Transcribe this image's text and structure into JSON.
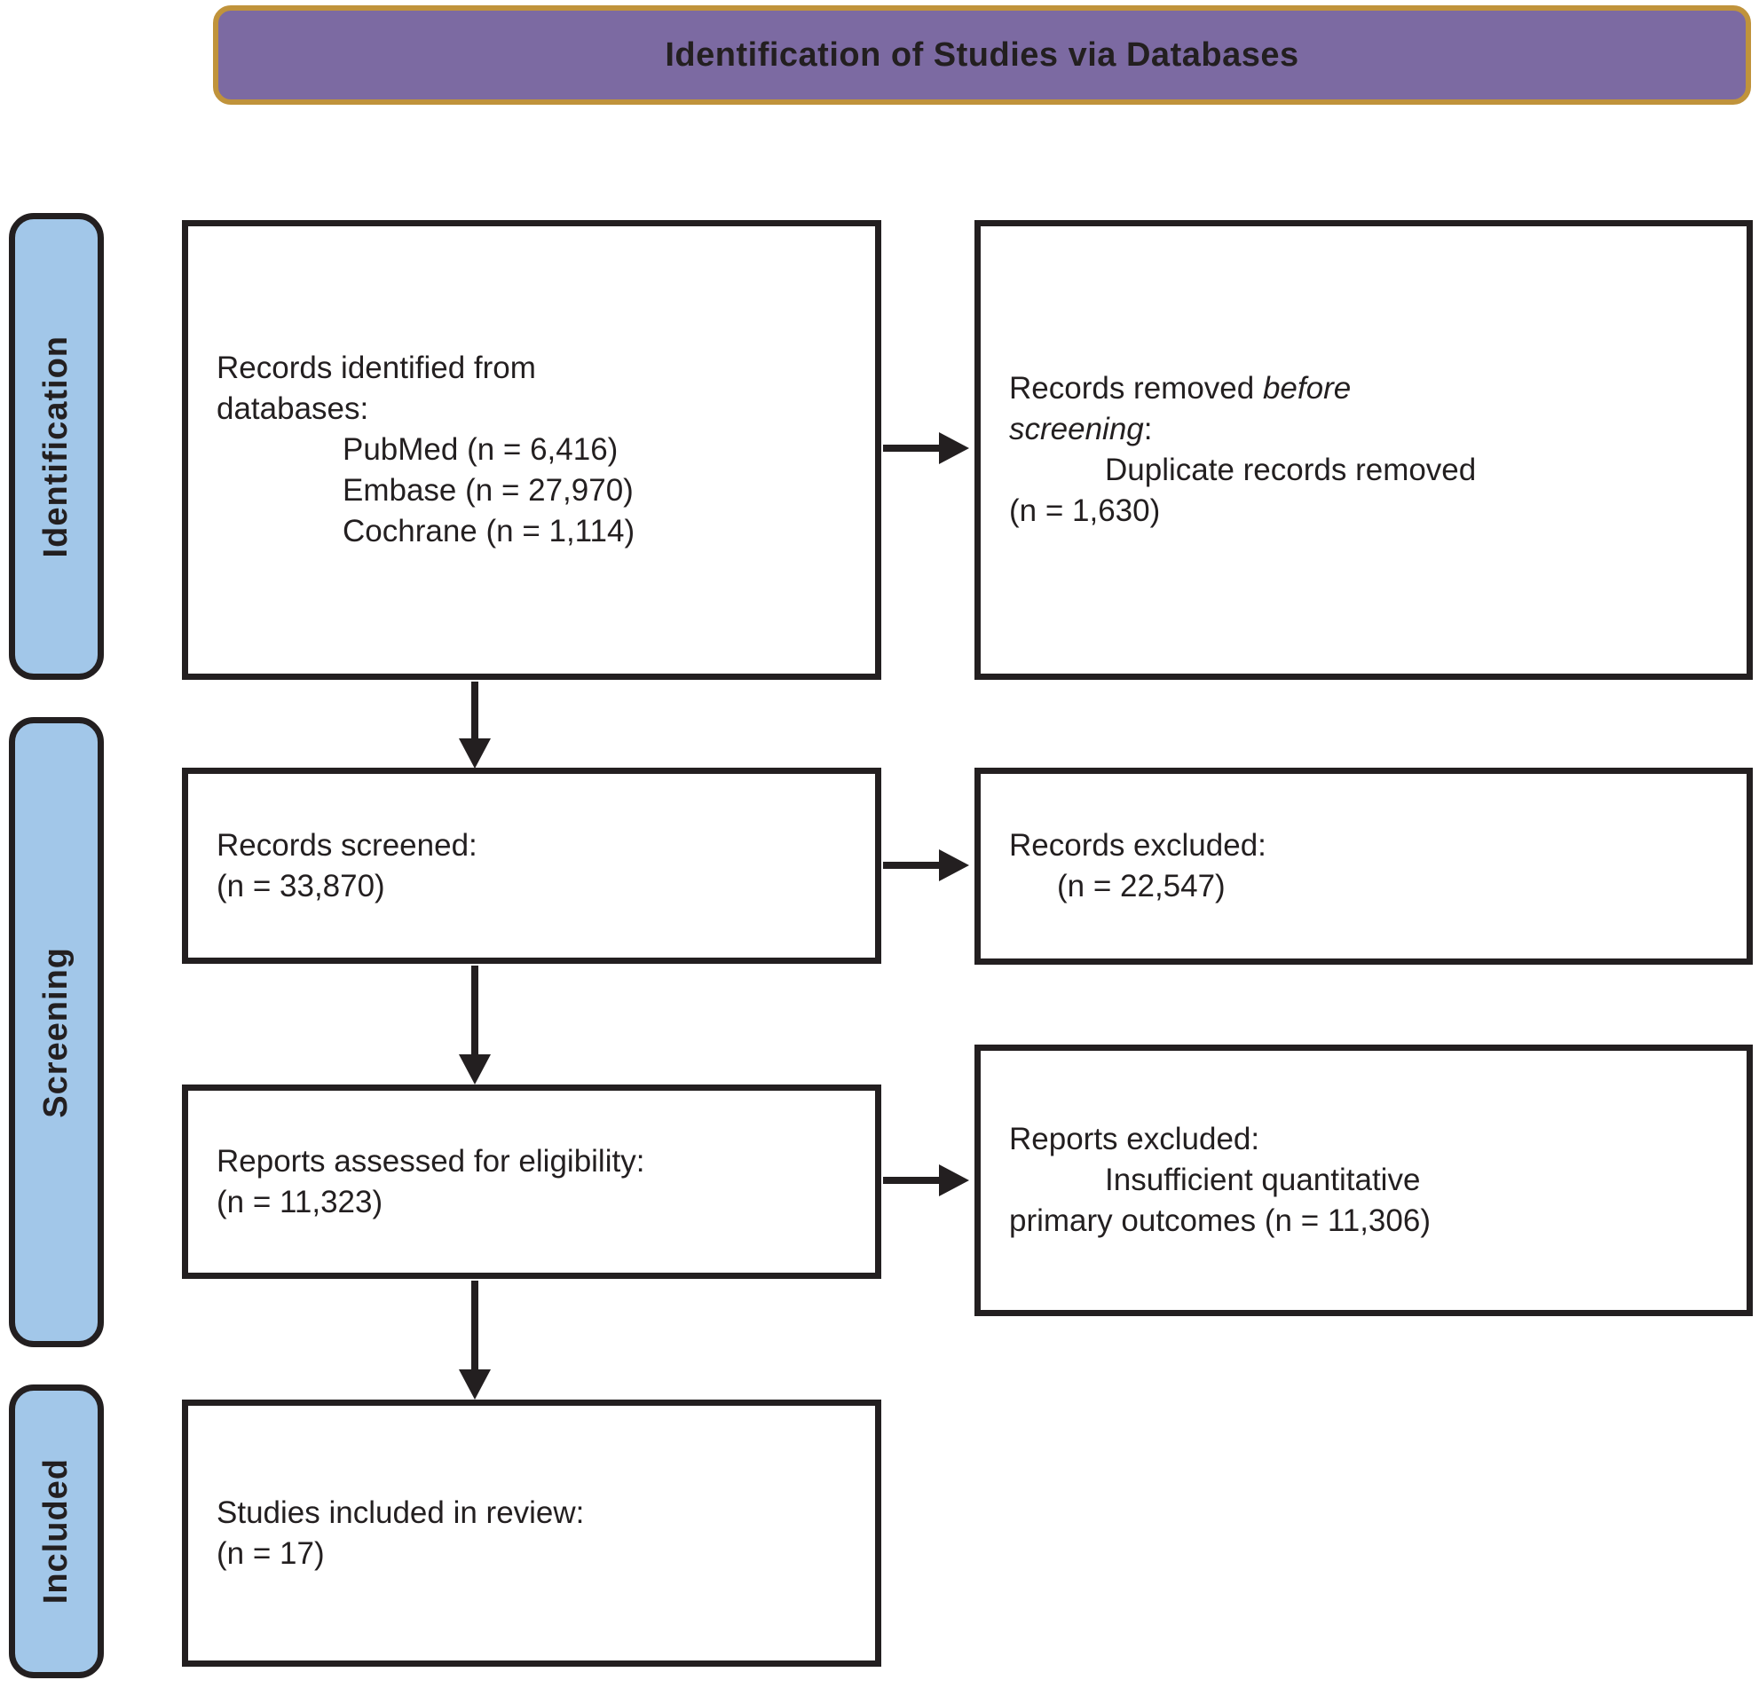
{
  "title": "Identification of Studies via Databases",
  "colors": {
    "header_fill": "#7c6aa2",
    "header_border": "#c0933b",
    "stage_fill": "#a2c7e9",
    "outline": "#231f20",
    "box_fill": "#ffffff"
  },
  "stages": [
    {
      "label": "Identification"
    },
    {
      "label": "Screening"
    },
    {
      "label": "Included"
    }
  ],
  "boxes": {
    "records_identified": {
      "line1": "Records identified from",
      "line2": "databases:",
      "item1": "PubMed (n = 6,416)",
      "item2": "Embase (n = 27,970)",
      "item3": "Cochrane (n = 1,114)"
    },
    "records_removed": {
      "line1_text": "Records removed ",
      "line1_italic": "before",
      "line2_italic": "screening",
      "line2_text": ":",
      "item1": "Duplicate records removed",
      "line3": "(n = 1,630)"
    },
    "records_screened": {
      "line1": "Records screened:",
      "line2": "(n = 33,870)"
    },
    "records_excluded": {
      "line1": "Records excluded:",
      "item1": "(n = 22,547)"
    },
    "reports_assessed": {
      "line1": "Reports assessed for eligibility:",
      "line2": "(n = 11,323)"
    },
    "reports_excluded": {
      "line1": "Reports excluded:",
      "item1": "Insufficient quantitative",
      "line3": "primary outcomes (n = 11,306)"
    },
    "studies_included": {
      "line1": "Studies included in review:",
      "line2": "(n = 17)"
    }
  }
}
